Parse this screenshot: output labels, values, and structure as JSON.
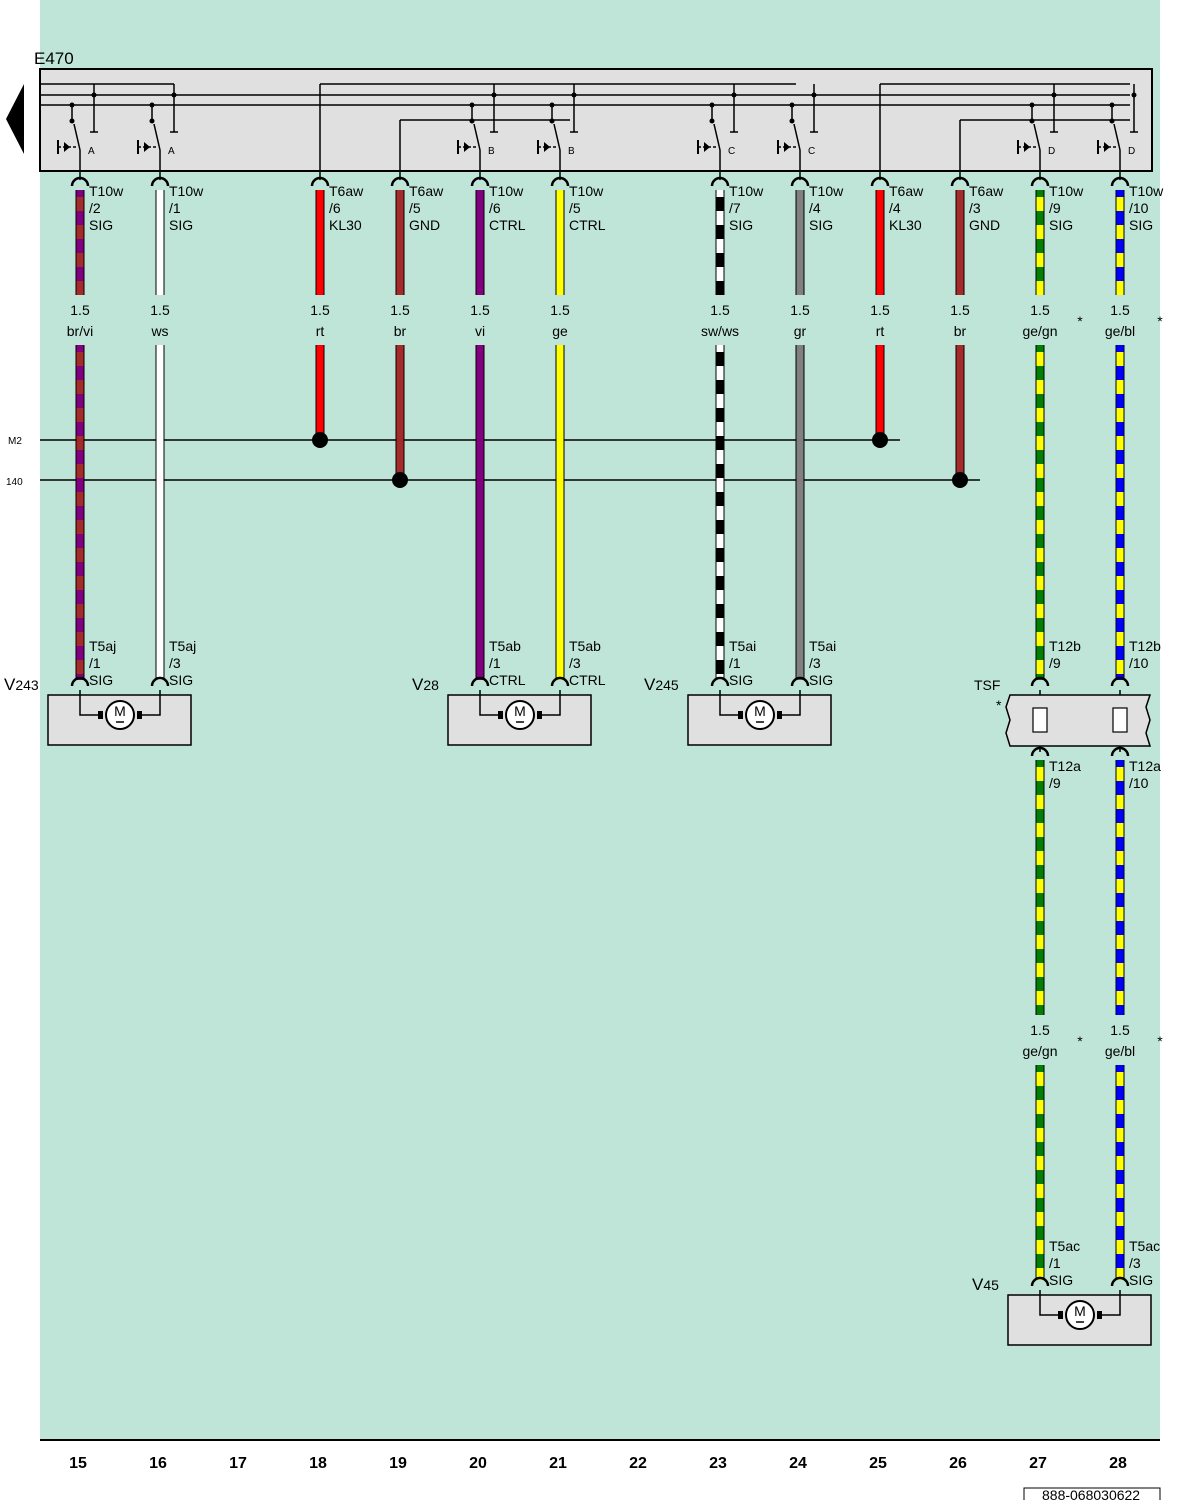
{
  "colors": {
    "background": "#bfe5d9",
    "box": "#e0e0e0",
    "rt": "#ff0000",
    "br": "#a52a2a",
    "vi": "#800080",
    "ge": "#ffff00",
    "ws": "#ffffff",
    "sw": "#000000",
    "gr": "#808080",
    "gn": "#007f00",
    "bl": "#0000ff"
  },
  "control_unit": {
    "id": "E470",
    "switch_letters": [
      "A",
      "A",
      "B",
      "B",
      "C",
      "C",
      "D",
      "D"
    ]
  },
  "busbars": [
    {
      "label": "M2"
    },
    {
      "label": "140"
    }
  ],
  "wires": [
    {
      "col": 15,
      "top": [
        "T10w",
        "/2",
        "SIG"
      ],
      "size": "1.5",
      "color_code": "br/vi",
      "colors": [
        "br",
        "vi"
      ],
      "bottom": [
        "T5aj",
        "/1",
        "SIG"
      ]
    },
    {
      "col": 16,
      "top": [
        "T10w",
        "/1",
        "SIG"
      ],
      "size": "1.5",
      "color_code": "ws",
      "colors": [
        "ws"
      ],
      "bottom": [
        "T5aj",
        "/3",
        "SIG"
      ]
    },
    {
      "col": 18,
      "top": [
        "T6aw",
        "/6",
        "KL30"
      ],
      "size": "1.5",
      "color_code": "rt",
      "colors": [
        "rt"
      ]
    },
    {
      "col": 19,
      "top": [
        "T6aw",
        "/5",
        "GND"
      ],
      "size": "1.5",
      "color_code": "br",
      "colors": [
        "br"
      ]
    },
    {
      "col": 20,
      "top": [
        "T10w",
        "/6",
        "CTRL"
      ],
      "size": "1.5",
      "color_code": "vi",
      "colors": [
        "vi"
      ],
      "bottom": [
        "T5ab",
        "/1",
        "CTRL"
      ]
    },
    {
      "col": 21,
      "top": [
        "T10w",
        "/5",
        "CTRL"
      ],
      "size": "1.5",
      "color_code": "ge",
      "colors": [
        "ge"
      ],
      "bottom": [
        "T5ab",
        "/3",
        "CTRL"
      ]
    },
    {
      "col": 23,
      "top": [
        "T10w",
        "/7",
        "SIG"
      ],
      "size": "1.5",
      "color_code": "sw/ws",
      "colors": [
        "sw",
        "ws"
      ],
      "bottom": [
        "T5ai",
        "/1",
        "SIG"
      ]
    },
    {
      "col": 24,
      "top": [
        "T10w",
        "/4",
        "SIG"
      ],
      "size": "1.5",
      "color_code": "gr",
      "colors": [
        "gr"
      ],
      "bottom": [
        "T5ai",
        "/3",
        "SIG"
      ]
    },
    {
      "col": 25,
      "top": [
        "T6aw",
        "/4",
        "KL30"
      ],
      "size": "1.5",
      "color_code": "rt",
      "colors": [
        "rt"
      ]
    },
    {
      "col": 26,
      "top": [
        "T6aw",
        "/3",
        "GND"
      ],
      "size": "1.5",
      "color_code": "br",
      "colors": [
        "br"
      ]
    },
    {
      "col": 27,
      "top": [
        "T10w",
        "/9",
        "SIG"
      ],
      "size": "1.5",
      "color_code": "ge/gn",
      "colors": [
        "ge",
        "gn"
      ],
      "bottom": [
        "T12b",
        "/9"
      ],
      "after_tsf": [
        "T12a",
        "/9"
      ],
      "size2": "1.5",
      "color_code2": "ge/gn",
      "bottom2": [
        "T5ac",
        "/1",
        "SIG"
      ]
    },
    {
      "col": 28,
      "top": [
        "T10w",
        "/10",
        "SIG"
      ],
      "size": "1.5",
      "color_code": "ge/bl",
      "colors": [
        "ge",
        "bl"
      ],
      "bottom": [
        "T12b",
        "/10"
      ],
      "after_tsf": [
        "T12a",
        "/10"
      ],
      "size2": "1.5",
      "color_code2": "ge/bl",
      "bottom2": [
        "T5ac",
        "/3",
        "SIG"
      ]
    }
  ],
  "components": {
    "v243": {
      "id_main": "V",
      "id_sub": "243"
    },
    "v28": {
      "id_main": "V",
      "id_sub": "28"
    },
    "v245": {
      "id_main": "V",
      "id_sub": "245"
    },
    "v45": {
      "id_main": "V",
      "id_sub": "45"
    },
    "tsf": {
      "id": "TSF"
    }
  },
  "motor_symbol": "M",
  "asterisk": "*",
  "columns": [
    "15",
    "16",
    "17",
    "18",
    "19",
    "20",
    "21",
    "22",
    "23",
    "24",
    "25",
    "26",
    "27",
    "28"
  ],
  "doc_number": "888-068030622"
}
